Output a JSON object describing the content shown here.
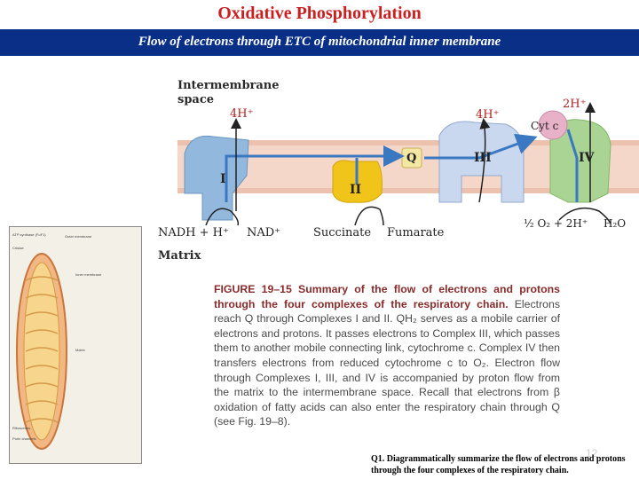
{
  "slide": {
    "title": "Oxidative Phosphorylation",
    "subtitle": "Flow of electrons through ETC of mitochondrial inner membrane",
    "page_number": "12",
    "question": "Q1. Diagrammatically summarize the flow of electrons and protons through the four complexes of the respiratory chain."
  },
  "diagram": {
    "intermembrane_label": "Intermembrane space",
    "matrix_label": "Matrix",
    "proton_left": "4H⁺",
    "proton_mid": "4H⁺",
    "proton_right": "2H⁺",
    "cytc": "Cyt c",
    "q": "Q",
    "complex_1": "I",
    "complex_2": "II",
    "complex_3": "III",
    "complex_4": "IV",
    "nadh": "NADH + H⁺",
    "nad": "NAD⁺",
    "succinate": "Succinate",
    "fumarate": "Fumarate",
    "oxygen": "½ O₂ + 2H⁺",
    "water": "H₂O"
  },
  "caption": {
    "lead": "FIGURE 19–15",
    "lead_bold": "Summary of the flow of electrons and protons through the four complexes of the respiratory chain.",
    "body": "Electrons reach Q through Complexes I and II. QH₂ serves as a mobile carrier of electrons and protons. It passes electrons to Complex III, which passes them to another mobile connecting link, cytochrome c. Complex IV then transfers electrons from reduced cytochrome c to O₂. Electron flow through Complexes I, III, and IV is accompanied by proton flow from the matrix to the intermembrane space. Recall that electrons from β oxidation of fatty acids can also enter the respiratory chain through Q (see Fig. 19–8)."
  },
  "inset": {
    "outer_membrane": "Outer membrane",
    "inner_membrane": "Inner membrane",
    "matrix": "Matrix",
    "cristae": "Cristae",
    "ribosomes": "Ribosomes",
    "pores": "Porin channels",
    "atp_synthase": "ATP synthase (FoF1)"
  },
  "colors": {
    "title": "#cc1f1f",
    "banner": "#0a2f86",
    "membrane": "#f4d7c8",
    "arrow": "#3b78c2",
    "complex_1": "#93b8dd",
    "complex_2": "#f0c419",
    "complex_3": "#c9d8ee",
    "complex_4": "#a9d493"
  }
}
